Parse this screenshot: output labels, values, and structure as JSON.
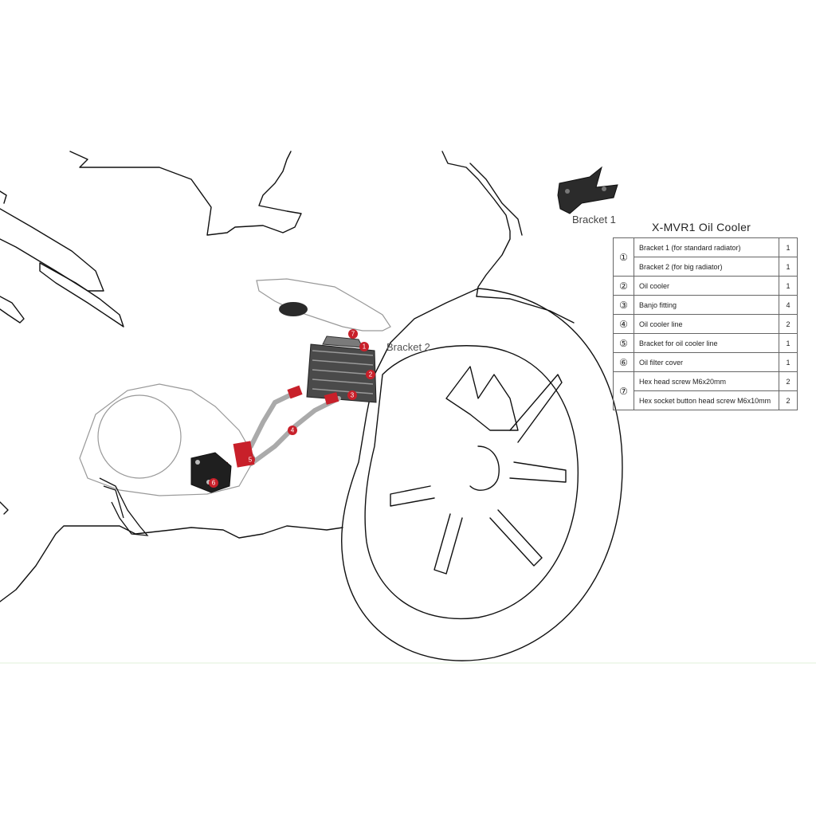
{
  "labels": {
    "bracket1": "Bracket 1",
    "bracket2": "Bracket 2"
  },
  "table": {
    "title": "X-MVR1 Oil Cooler",
    "rows": [
      {
        "num": "①",
        "items": [
          {
            "desc": "Bracket 1 (for standard radiator)",
            "qty": "1"
          },
          {
            "desc": "Bracket 2 (for big radiator)",
            "qty": "1"
          }
        ]
      },
      {
        "num": "②",
        "items": [
          {
            "desc": "Oil cooler",
            "qty": "1"
          }
        ]
      },
      {
        "num": "③",
        "items": [
          {
            "desc": "Banjo fitting",
            "qty": "4"
          }
        ]
      },
      {
        "num": "④",
        "items": [
          {
            "desc": "Oil cooler line",
            "qty": "2"
          }
        ]
      },
      {
        "num": "⑤",
        "items": [
          {
            "desc": "Bracket for oil cooler line",
            "qty": "1"
          }
        ]
      },
      {
        "num": "⑥",
        "items": [
          {
            "desc": "Oil filter cover",
            "qty": "1"
          }
        ]
      },
      {
        "num": "⑦",
        "items": [
          {
            "desc": "Hex head screw M6x20mm",
            "qty": "2"
          },
          {
            "desc": "Hex socket button head screw M6x10mm",
            "qty": "2"
          }
        ]
      }
    ]
  },
  "callouts": [
    "7",
    "1",
    "2",
    "3",
    "4",
    "5",
    "6"
  ],
  "colors": {
    "callout_red": "#c8202a",
    "line": "#111111",
    "faint": "#999999"
  }
}
